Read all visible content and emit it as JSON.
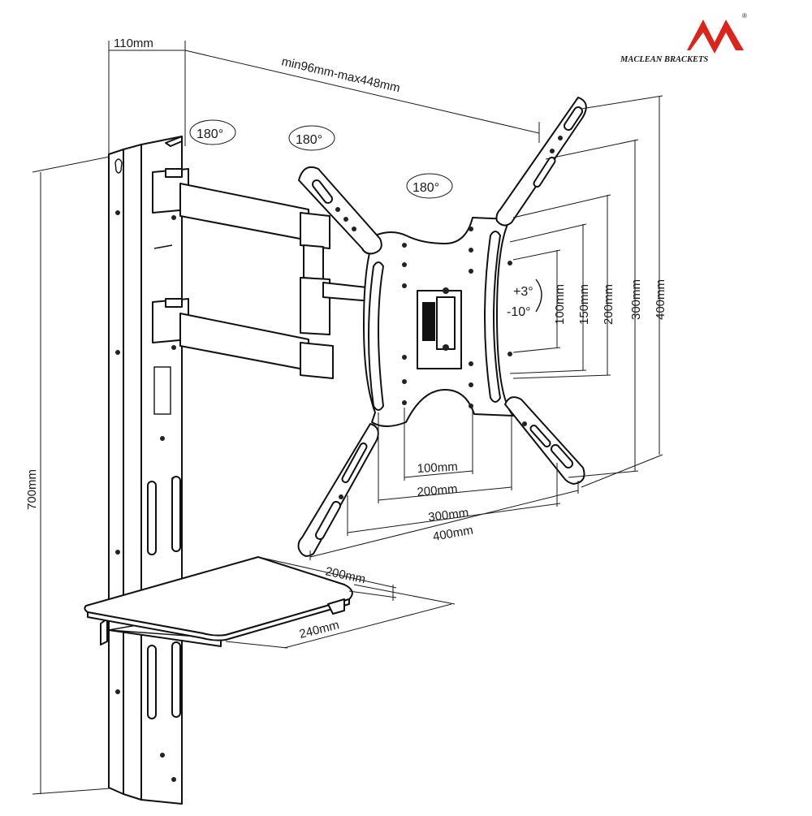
{
  "brand": {
    "name": "MACLEAN BRACKETS",
    "mark": "M",
    "registered": "®",
    "color": "#d9261c"
  },
  "dimensions": {
    "wall_depth": "110mm",
    "arm_extension": "min96mm-max448mm",
    "height_total": "700mm",
    "vesa_h_100": "100mm",
    "vesa_h_200": "200mm",
    "vesa_h_300": "300mm",
    "vesa_h_400": "400mm",
    "vesa_v_100": "100mm",
    "vesa_v_150": "150mm",
    "vesa_v_200": "200mm",
    "vesa_v_300": "300mm",
    "vesa_v_400": "400mm",
    "shelf_depth": "200mm",
    "shelf_width": "240mm"
  },
  "rotations": {
    "wall_pivot": "180°",
    "arm_pivot": "180°",
    "plate_pivot": "180°"
  },
  "tilt": {
    "up": "+3°",
    "down": "-10°"
  }
}
